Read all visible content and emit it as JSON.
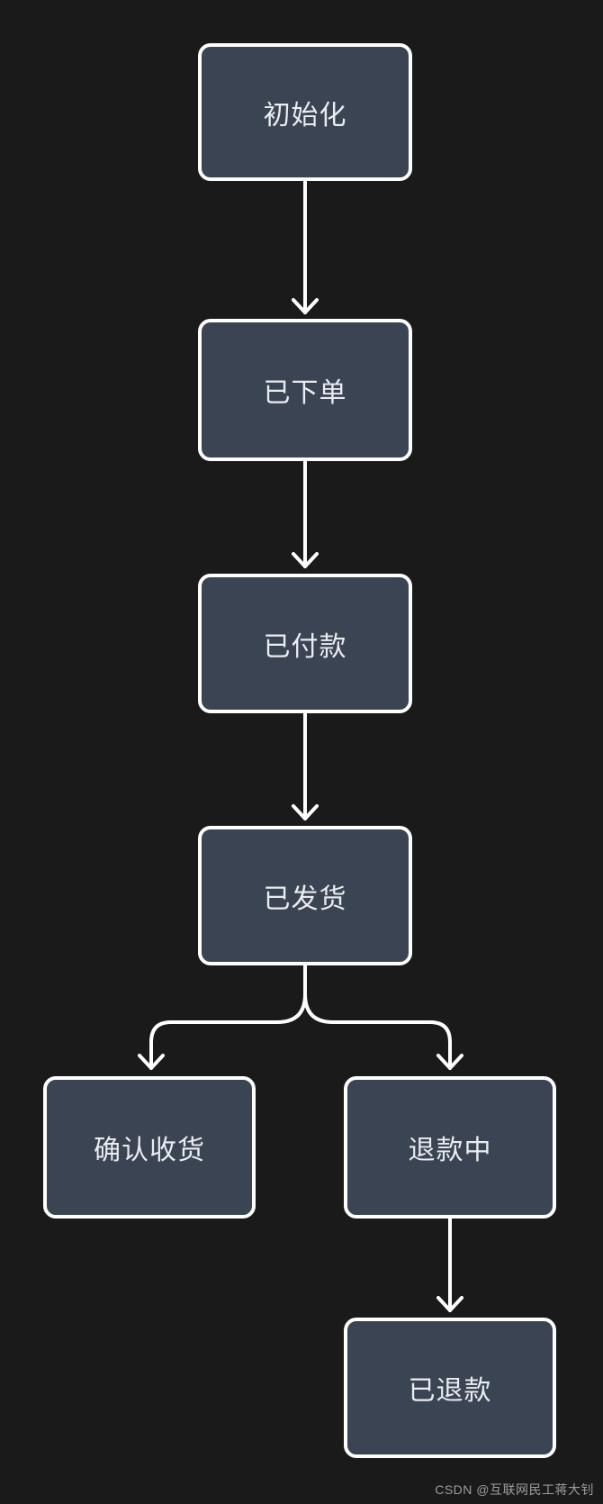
{
  "page": {
    "background_color": "#1a1a1a"
  },
  "flowchart": {
    "type": "state-flow",
    "direction": "top-down",
    "colors": {
      "node_fill": "#3b4452",
      "node_border": "#ffffff",
      "node_text": "#e9ecf1",
      "edge_stroke": "#ffffff"
    },
    "nodes": [
      {
        "id": "init",
        "label": "初始化"
      },
      {
        "id": "ordered",
        "label": "已下单"
      },
      {
        "id": "paid",
        "label": "已付款"
      },
      {
        "id": "shipped",
        "label": "已发货"
      },
      {
        "id": "confirm-receipt",
        "label": "确认收货"
      },
      {
        "id": "refunding",
        "label": "退款中"
      },
      {
        "id": "refunded",
        "label": "已退款"
      }
    ],
    "edges": [
      {
        "from": "init",
        "to": "ordered"
      },
      {
        "from": "ordered",
        "to": "paid"
      },
      {
        "from": "paid",
        "to": "shipped"
      },
      {
        "from": "shipped",
        "to": "confirm-receipt"
      },
      {
        "from": "shipped",
        "to": "refunding"
      },
      {
        "from": "refunding",
        "to": "refunded"
      }
    ]
  },
  "watermark": {
    "text": "CSDN @互联网民工蒋大钊"
  }
}
